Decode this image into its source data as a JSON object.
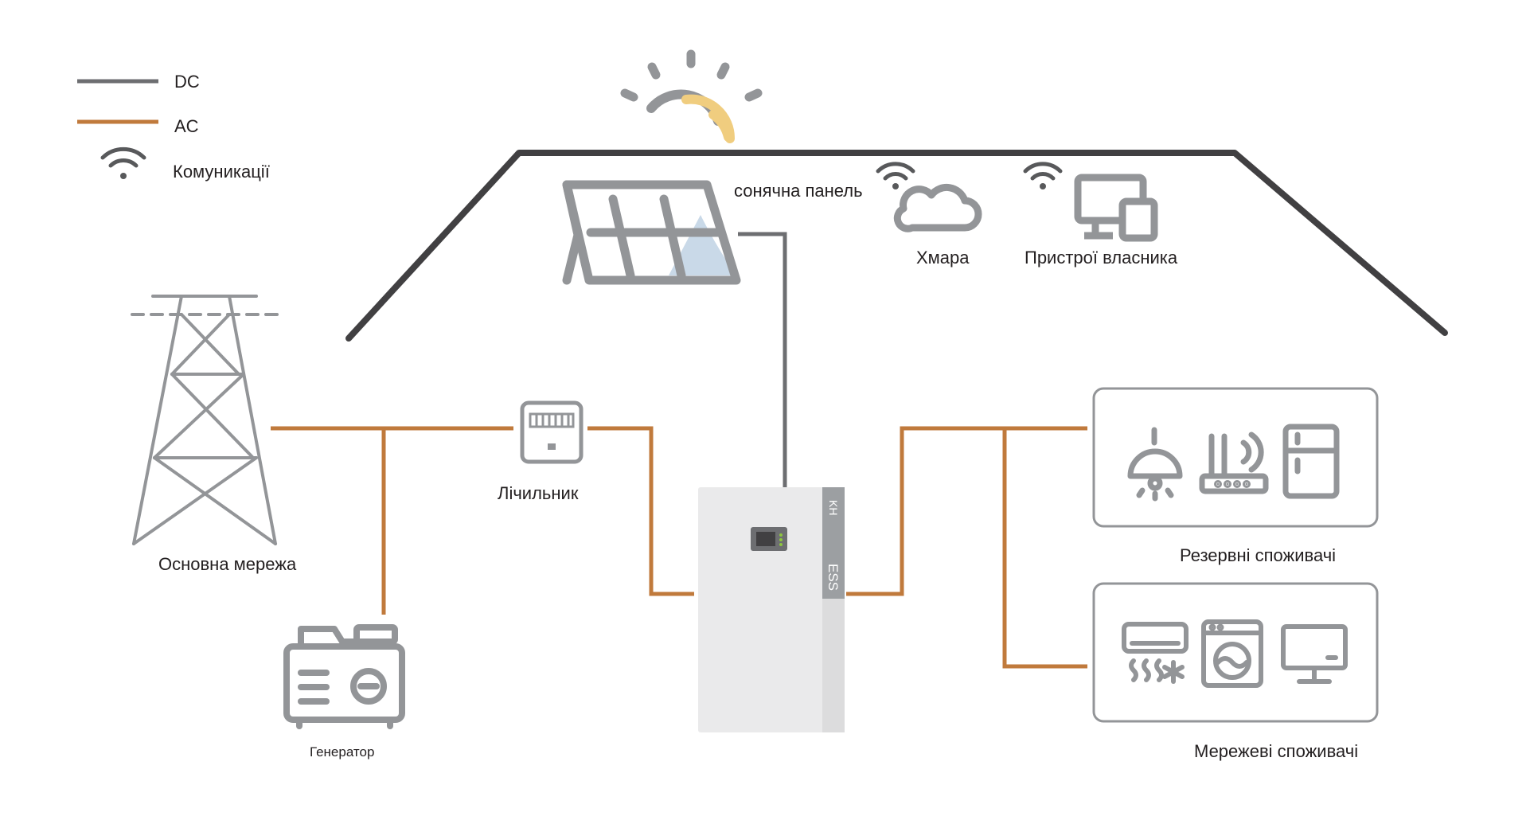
{
  "legend": {
    "dc_label": "DC",
    "ac_label": "AC",
    "comm_label": "Комуникації",
    "dc_color": "#6d6e71",
    "ac_color": "#c07a3c"
  },
  "nodes": {
    "solar_panel": "сонячна панель",
    "cloud": "Хмара",
    "owner_devices": "Пристрої власника",
    "grid": "Основна мережа",
    "meter": "Лічильник",
    "generator": "Генератор",
    "backup_loads": "Резервні споживачі",
    "grid_loads": "Мережеві споживачі"
  },
  "ess_unit": {
    "brand_mark": "KH",
    "model": "ESS"
  },
  "icons": [
    "sun-icon",
    "solar-panel-icon",
    "cloud-icon",
    "devices-icon",
    "transmission-tower-icon",
    "meter-icon",
    "generator-icon",
    "lamp-icon",
    "router-icon",
    "fridge-icon",
    "air-conditioner-icon",
    "washing-machine-icon",
    "tv-icon",
    "wifi-icon"
  ]
}
